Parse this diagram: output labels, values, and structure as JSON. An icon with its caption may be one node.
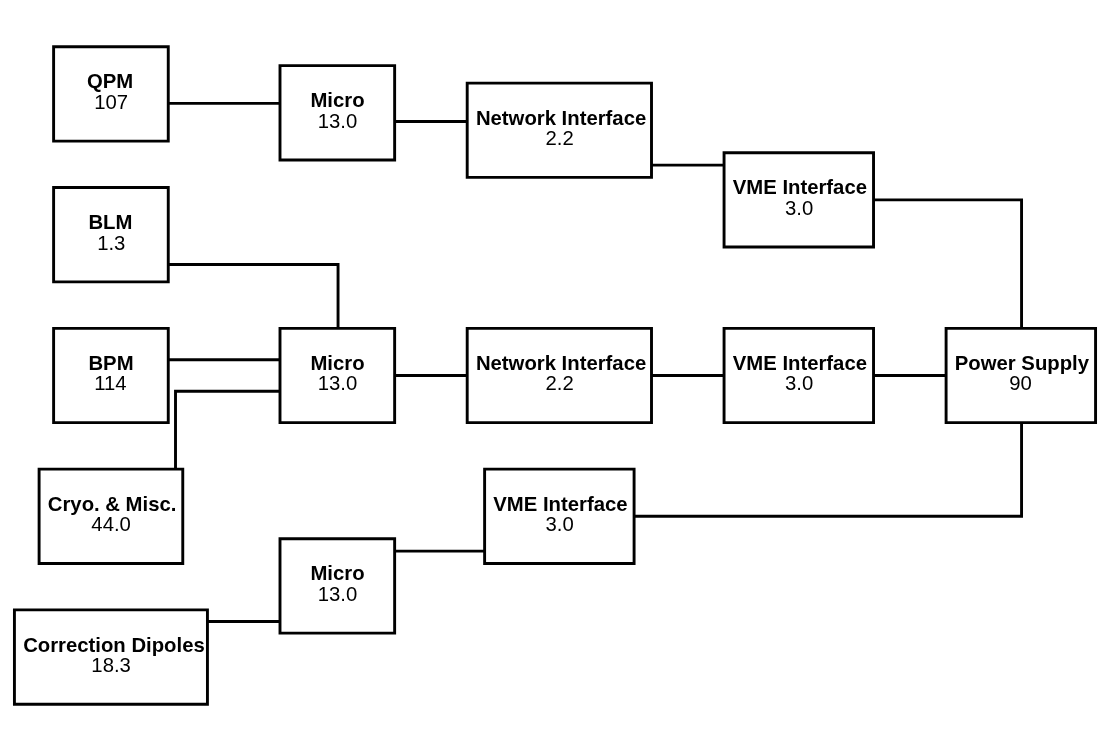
{
  "diagram": {
    "nodes": [
      {
        "text": [
          "QPM",
          "107"
        ]
      },
      {
        "text": [
          "Micro",
          "13.0"
        ]
      },
      {
        "text": [
          "Network Interface",
          "2.2"
        ]
      },
      {
        "text": [
          "VME Interface",
          "3.0"
        ]
      },
      {
        "text": [
          "BLM",
          "1.3"
        ]
      },
      {
        "text": [
          "BPM",
          "114"
        ]
      },
      {
        "text": [
          "Cryo. & Misc.",
          "44.0"
        ]
      },
      {
        "text": [
          "Micro",
          "13.0"
        ]
      },
      {
        "text": [
          "Network Interface",
          "2.2"
        ]
      },
      {
        "text": [
          "VME Interface",
          "3.0"
        ]
      },
      {
        "text": [
          "Power Supply",
          "90"
        ]
      },
      {
        "text": [
          "Correction Dipoles",
          "18.3"
        ]
      },
      {
        "text": [
          "Micro",
          "13.0"
        ]
      },
      {
        "text": [
          "VME Interface",
          "3.0"
        ]
      }
    ],
    "edges": [
      {
        "from": 0,
        "to": 1,
        "arrow": "none"
      },
      {
        "from": 1,
        "to": 2,
        "arrow": "none"
      },
      {
        "from": 2,
        "to": 3,
        "arrow": "none"
      },
      {
        "from": 3,
        "to": 10,
        "arrow": "none"
      },
      {
        "from": 4,
        "to": 7,
        "arrow": "none"
      },
      {
        "from": 5,
        "to": 7,
        "arrow": "none"
      },
      {
        "from": 6,
        "to": 7,
        "arrow": "none"
      },
      {
        "from": 7,
        "to": 8,
        "arrow": "none"
      },
      {
        "from": 8,
        "to": 9,
        "arrow": "none"
      },
      {
        "from": 9,
        "to": 10,
        "arrow": "none"
      },
      {
        "from": 11,
        "to": 12,
        "arrow": "none"
      },
      {
        "from": 12,
        "to": 13,
        "arrow": "none"
      },
      {
        "from": 13,
        "to": 10,
        "arrow": "none"
      }
    ]
  }
}
